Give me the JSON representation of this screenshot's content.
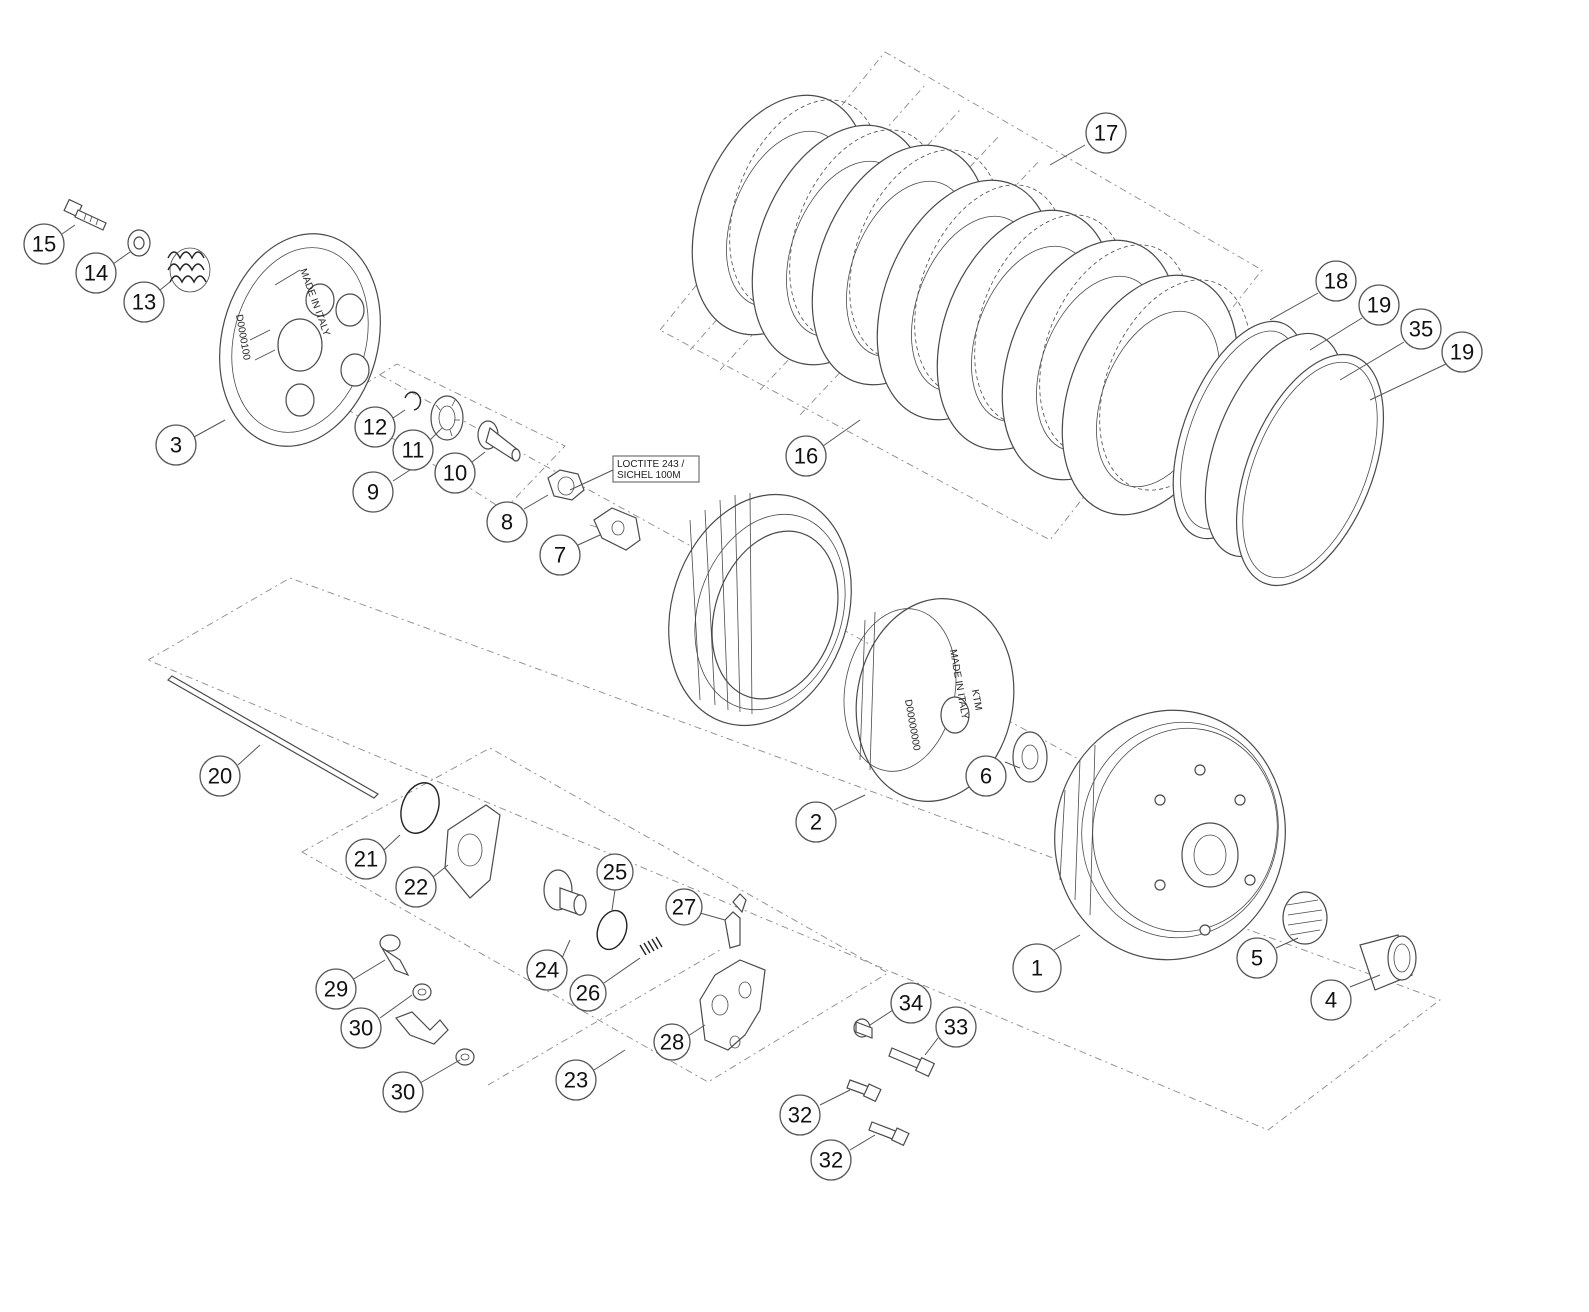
{
  "diagram": {
    "callouts": [
      {
        "id": "c1",
        "label": "1"
      },
      {
        "id": "c2",
        "label": "2"
      },
      {
        "id": "c3",
        "label": "3"
      },
      {
        "id": "c4",
        "label": "4"
      },
      {
        "id": "c5",
        "label": "5"
      },
      {
        "id": "c6",
        "label": "6"
      },
      {
        "id": "c7",
        "label": "7"
      },
      {
        "id": "c8",
        "label": "8"
      },
      {
        "id": "c9",
        "label": "9"
      },
      {
        "id": "c10",
        "label": "10"
      },
      {
        "id": "c11",
        "label": "11"
      },
      {
        "id": "c12",
        "label": "12"
      },
      {
        "id": "c13",
        "label": "13"
      },
      {
        "id": "c14",
        "label": "14"
      },
      {
        "id": "c15",
        "label": "15"
      },
      {
        "id": "c16",
        "label": "16"
      },
      {
        "id": "c17",
        "label": "17"
      },
      {
        "id": "c18",
        "label": "18"
      },
      {
        "id": "c19a",
        "label": "19"
      },
      {
        "id": "c35",
        "label": "35"
      },
      {
        "id": "c19b",
        "label": "19"
      },
      {
        "id": "c20",
        "label": "20"
      },
      {
        "id": "c21",
        "label": "21"
      },
      {
        "id": "c22",
        "label": "22"
      },
      {
        "id": "c23",
        "label": "23"
      },
      {
        "id": "c24",
        "label": "24"
      },
      {
        "id": "c25",
        "label": "25"
      },
      {
        "id": "c26",
        "label": "26"
      },
      {
        "id": "c27",
        "label": "27"
      },
      {
        "id": "c28",
        "label": "28"
      },
      {
        "id": "c29",
        "label": "29"
      },
      {
        "id": "c30a",
        "label": "30"
      },
      {
        "id": "c30b",
        "label": "30"
      },
      {
        "id": "c32a",
        "label": "32"
      },
      {
        "id": "c32b",
        "label": "32"
      },
      {
        "id": "c33",
        "label": "33"
      },
      {
        "id": "c34",
        "label": "34"
      }
    ],
    "note": {
      "line1": "LOCTITE 243 /",
      "line2": "SICHEL 100M"
    },
    "part_stamps": {
      "made_in_italy": "MADE IN ITALY",
      "pressure_plate_code": "D0000100",
      "hub_code": "D00000000",
      "hub_brand": "KTM"
    }
  }
}
